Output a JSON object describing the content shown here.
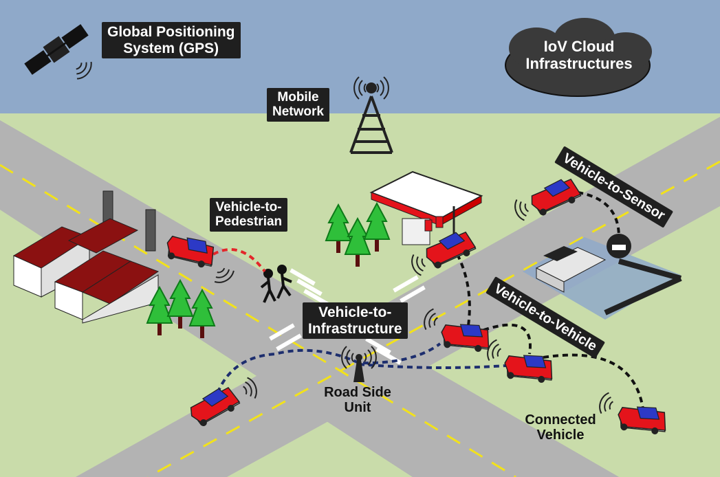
{
  "labels": {
    "gps": "Global Positioning\nSystem (GPS)",
    "cloud": "IoV Cloud\nInfrastructures",
    "mobile": "Mobile\nNetwork",
    "v2p": "Vehicle-to-\nPedestrian",
    "v2i": "Vehicle-to-\nInfrastructure",
    "v2s": "Vehicle-to-Sensor",
    "v2v": "Vehicle-to-Vehicle",
    "rsu": "Road Side\nUnit",
    "connected": "Connected\nVehicle"
  },
  "colors": {
    "sky": "#8fa9c9",
    "grass": "#c9dcaa",
    "road": "#b3b3b3",
    "lane": "#f2e21b",
    "car_body": "#e4141b",
    "car_glass": "#2c39c6",
    "v2p_link": "#e3262a",
    "v2i_link": "#1d2e6e",
    "v2v_link": "#111111",
    "tree": "#2fbf3a",
    "roof": "#8b1111"
  },
  "icons": [
    "satellite-icon",
    "cloud-icon",
    "cell-tower-icon",
    "factory-icon",
    "gas-station-icon",
    "tree-icon",
    "pedestrian-icon",
    "sensor-icon",
    "rsu-antenna-icon",
    "car-icon"
  ]
}
